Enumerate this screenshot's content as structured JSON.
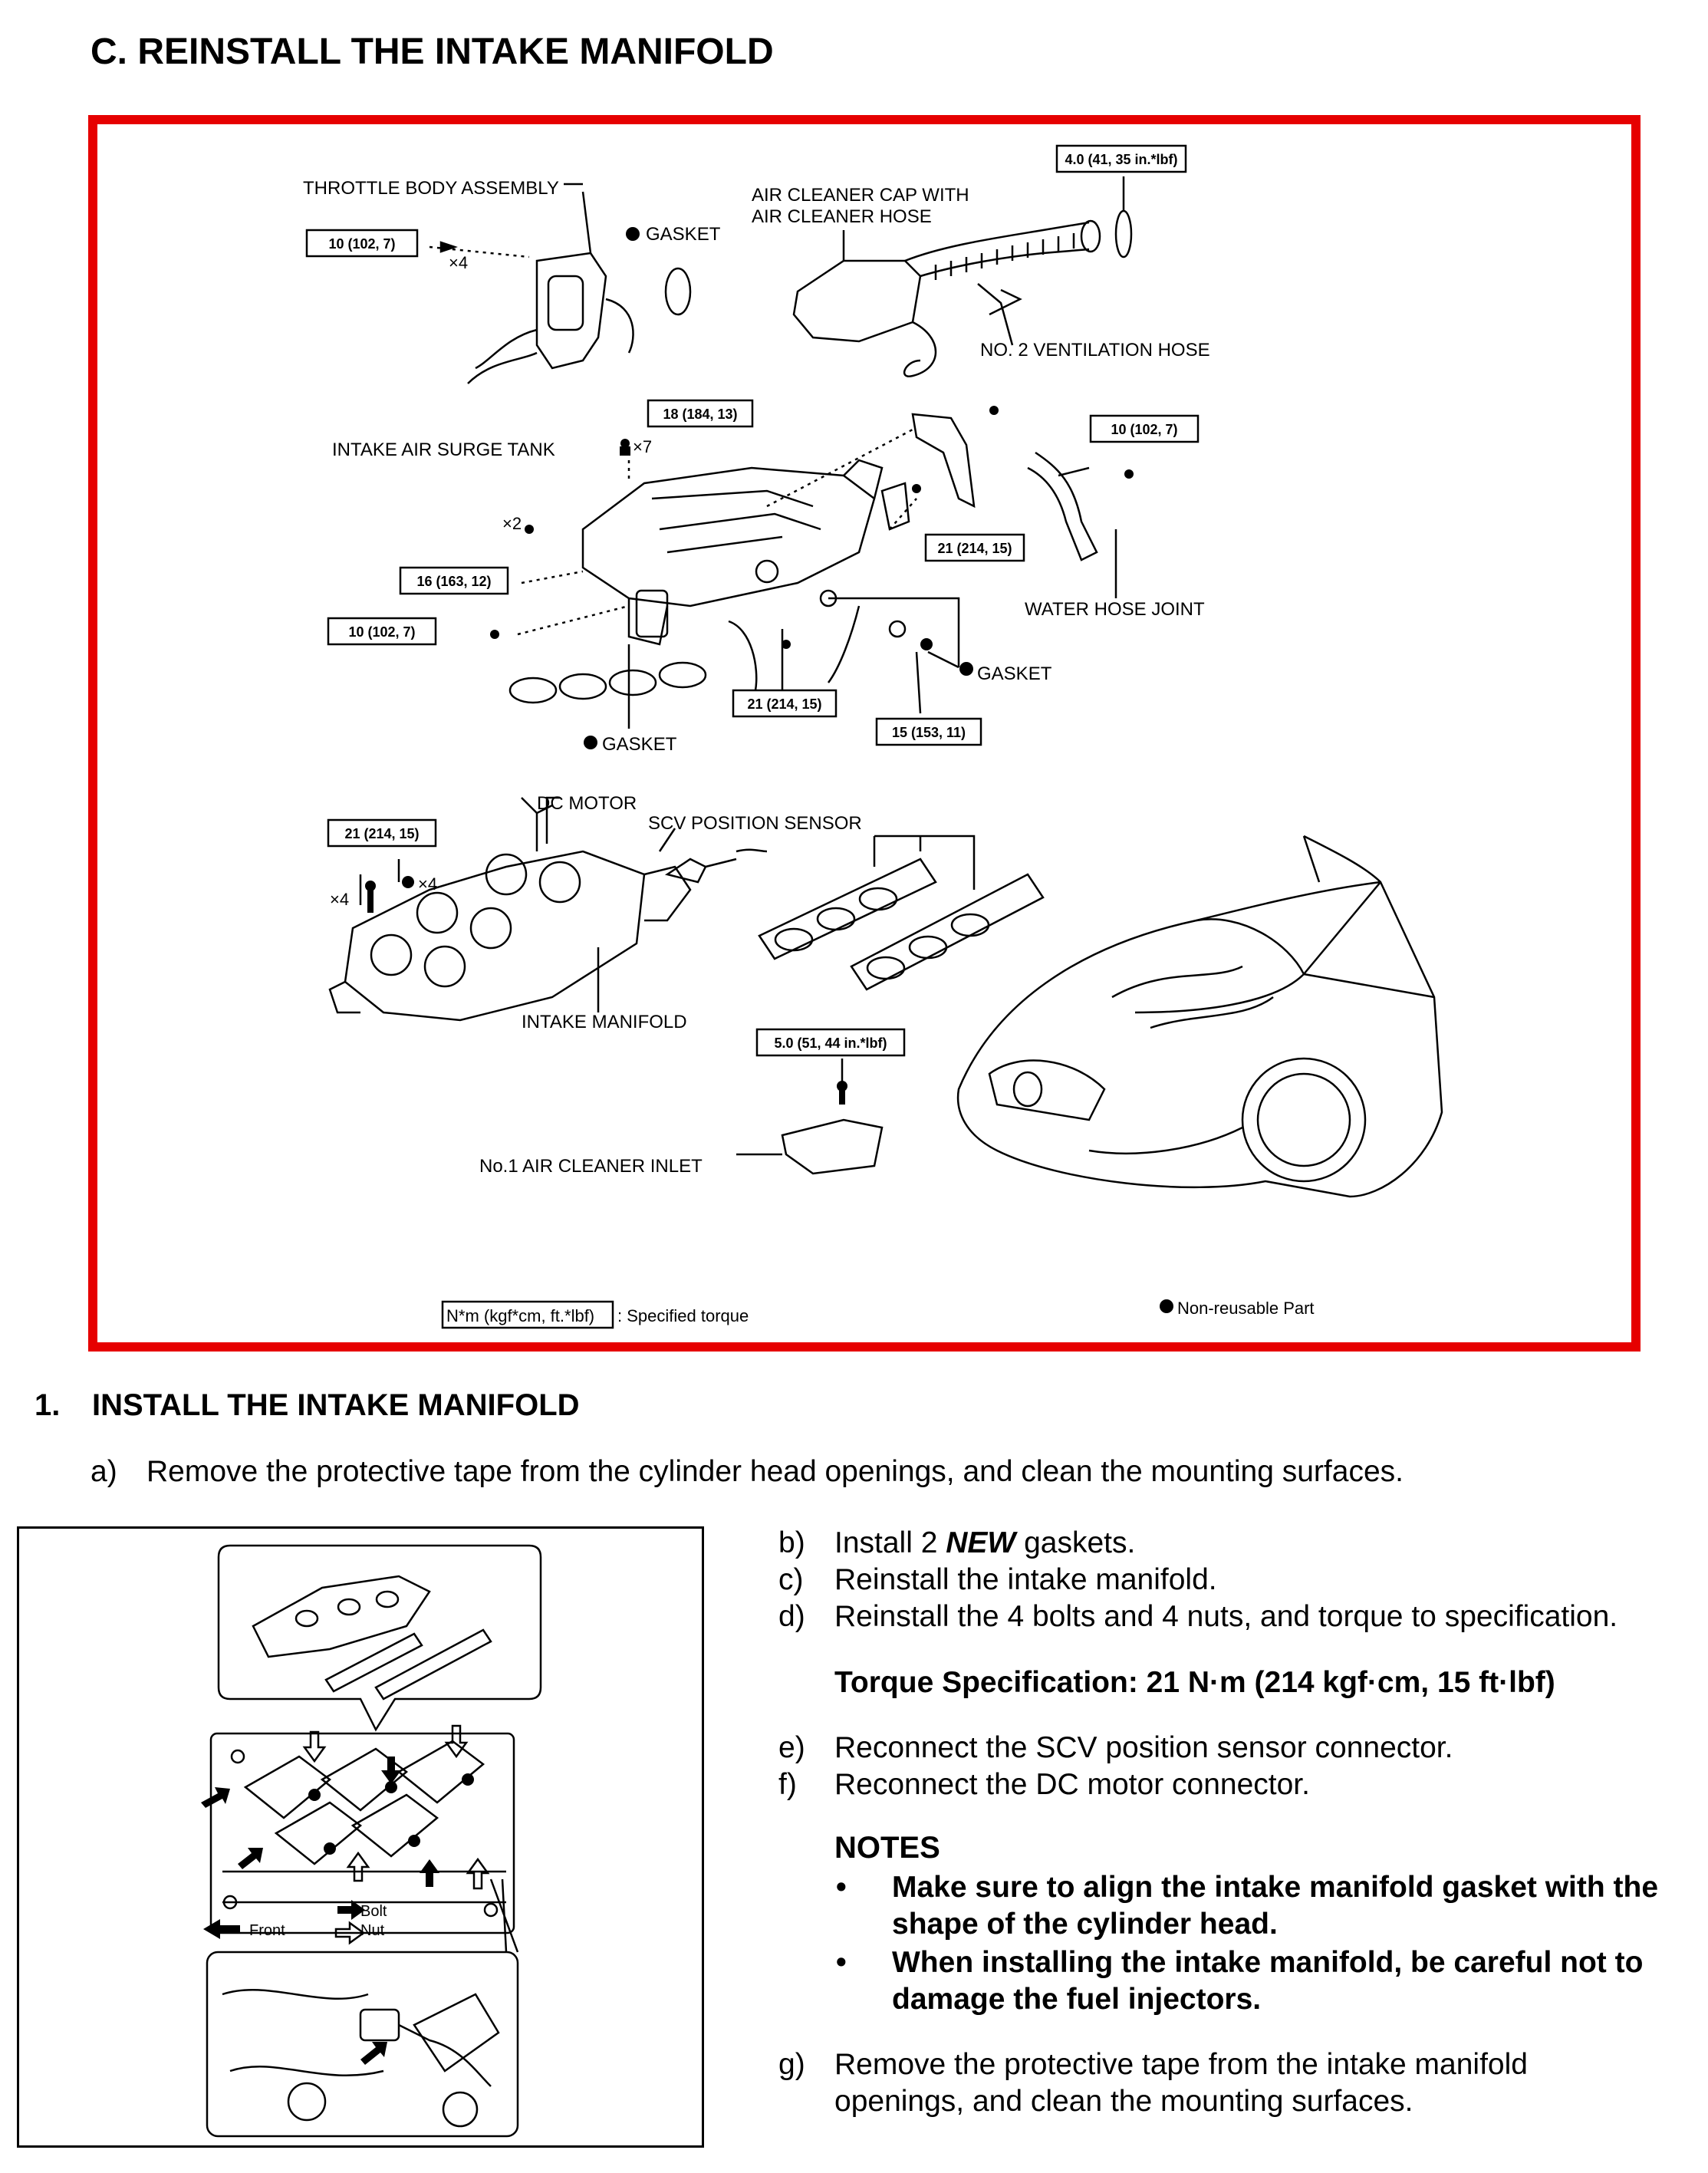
{
  "section_title": "C.  REINSTALL THE INTAKE MANIFOLD",
  "diagram": {
    "labels": {
      "throttle_body": "THROTTLE BODY ASSEMBLY",
      "gasket_top": "GASKET",
      "air_cleaner_cap_1": "AIR CLEANER CAP WITH",
      "air_cleaner_cap_2": "AIR CLEANER HOSE",
      "ventilation_hose": "NO. 2 VENTILATION HOSE",
      "surge_tank": "INTAKE AIR SURGE TANK",
      "water_hose_joint": "WATER HOSE JOINT",
      "gasket_right": "GASKET",
      "gasket_bottom": "GASKET",
      "dc_motor": "DC MOTOR",
      "scv_sensor": "SCV POSITION SENSOR",
      "intake_manifold": "INTAKE MANIFOLD",
      "air_cleaner_inlet": "No.1 AIR CLEANER INLET",
      "legend_box": "N*m (kgf*cm, ft.*lbf)",
      "legend_text": ": Specified torque",
      "non_reusable": "Non-reusable Part"
    },
    "torques": {
      "t_4_0": "4.0 (41, 35 in.*lbf)",
      "t_10_a": "10 (102, 7)",
      "t_18": "18 (184, 13)",
      "t_10_b": "10 (102, 7)",
      "t_16": "16 (163, 12)",
      "t_21_a": "21 (214, 15)",
      "t_10_c": "10 (102, 7)",
      "t_21_b": "21 (214, 15)",
      "t_15": "15 (153, 11)",
      "t_21_c": "21 (214, 15)",
      "t_5_0": "5.0 (51, 44 in.*lbf)"
    },
    "qty": {
      "q_x4_a": "×4",
      "q_x7": "×7",
      "q_x2": "×2",
      "q_x4_b": "×4",
      "q_x4_c": "×4"
    }
  },
  "step": {
    "number": "1.",
    "title": "INSTALL THE INTAKE MANIFOLD",
    "a_key": "a)",
    "a_text": "Remove the protective tape from the cylinder head openings, and clean the mounting surfaces.",
    "b_key": "b)",
    "b_pre": "Install 2 ",
    "b_new": "NEW",
    "b_post": " gaskets.",
    "c_key": "c)",
    "c_text": "Reinstall the intake manifold.",
    "d_key": "d)",
    "d_text": "Reinstall the 4 bolts and 4 nuts, and torque to specification.",
    "torque_spec": "Torque Specification: 21 N·m (214 kgf·cm, 15 ft·lbf)",
    "e_key": "e)",
    "e_text": "Reconnect the SCV position sensor connector.",
    "f_key": "f)",
    "f_text": "Reconnect the DC motor connector.",
    "notes_heading": "NOTES",
    "note_1": "Make sure to align the intake manifold gasket with the shape of the cylinder head.",
    "note_2": "When installing the intake manifold, be careful not to damage the fuel injectors.",
    "g_key": "g)",
    "g_text_1": "Remove the protective tape from the intake manifold",
    "g_text_2": "openings, and clean the mounting surfaces."
  },
  "photo": {
    "front": "Front",
    "bolt": "Bolt",
    "nut": "Nut"
  },
  "colors": {
    "frame_red": "#e60000"
  }
}
